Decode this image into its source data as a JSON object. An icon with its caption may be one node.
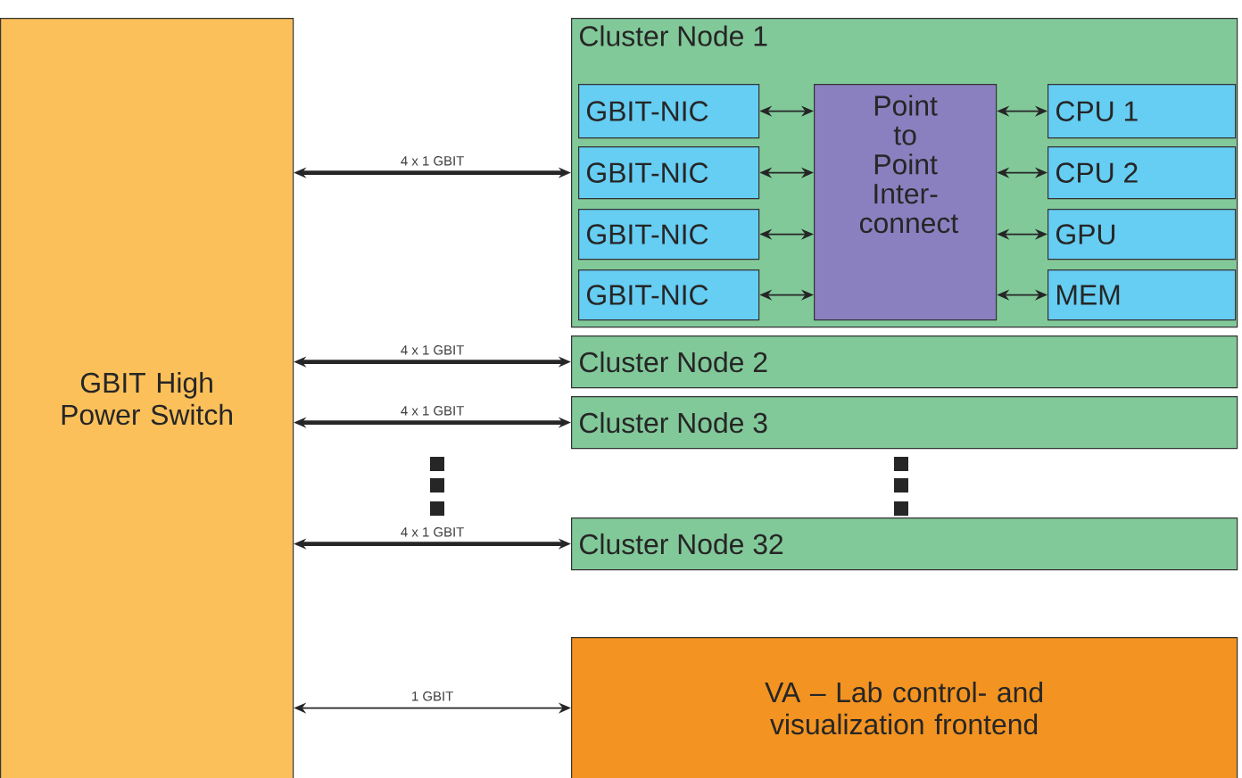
{
  "diagram": {
    "nodes": [
      {
        "text": [
          "GBIT High Power Switch"
        ]
      },
      {
        "text": [
          "Cluster Node 1"
        ]
      },
      {
        "text": [
          "GBIT-NIC"
        ],
        "in": 1
      },
      {
        "text": [
          "GBIT-NIC"
        ],
        "in": 1
      },
      {
        "text": [
          "GBIT-NIC"
        ],
        "in": 1
      },
      {
        "text": [
          "GBIT-NIC"
        ],
        "in": 1
      },
      {
        "text": [
          "Point to Point Inter- connect"
        ],
        "in": 1
      },
      {
        "text": [
          "CPU 1"
        ],
        "in": 1
      },
      {
        "text": [
          "CPU 2"
        ],
        "in": 1
      },
      {
        "text": [
          "GPU"
        ],
        "in": 1
      },
      {
        "text": [
          "MEM"
        ],
        "in": 1
      },
      {
        "text": [
          "Cluster Node 2"
        ]
      },
      {
        "text": [
          "Cluster Node 3"
        ]
      },
      {
        "text": [
          "Cluster Node 32"
        ]
      },
      {
        "text": [
          "VA – Lab control- and visualization frontend"
        ]
      }
    ],
    "edges": [
      {
        "from": 0,
        "to": 1,
        "arrow": "both",
        "label": "4 x 1 GBIT",
        "style": "thick"
      },
      {
        "from": 2,
        "to": 6,
        "arrow": "both"
      },
      {
        "from": 3,
        "to": 6,
        "arrow": "both"
      },
      {
        "from": 4,
        "to": 6,
        "arrow": "both"
      },
      {
        "from": 5,
        "to": 6,
        "arrow": "both"
      },
      {
        "from": 6,
        "to": 7,
        "arrow": "both"
      },
      {
        "from": 6,
        "to": 8,
        "arrow": "both"
      },
      {
        "from": 6,
        "to": 9,
        "arrow": "both"
      },
      {
        "from": 6,
        "to": 10,
        "arrow": "both"
      },
      {
        "from": 0,
        "to": 11,
        "arrow": "both",
        "label": "4 x 1 GBIT",
        "style": "thick"
      },
      {
        "from": 0,
        "to": 12,
        "arrow": "both",
        "label": "4 x 1 GBIT",
        "style": "thick"
      },
      {
        "from": 0,
        "to": 13,
        "arrow": "both",
        "label": "4 x 1 GBIT",
        "style": "thick"
      },
      {
        "from": 0,
        "to": 14,
        "arrow": "both",
        "label": "1 GBIT"
      }
    ]
  }
}
